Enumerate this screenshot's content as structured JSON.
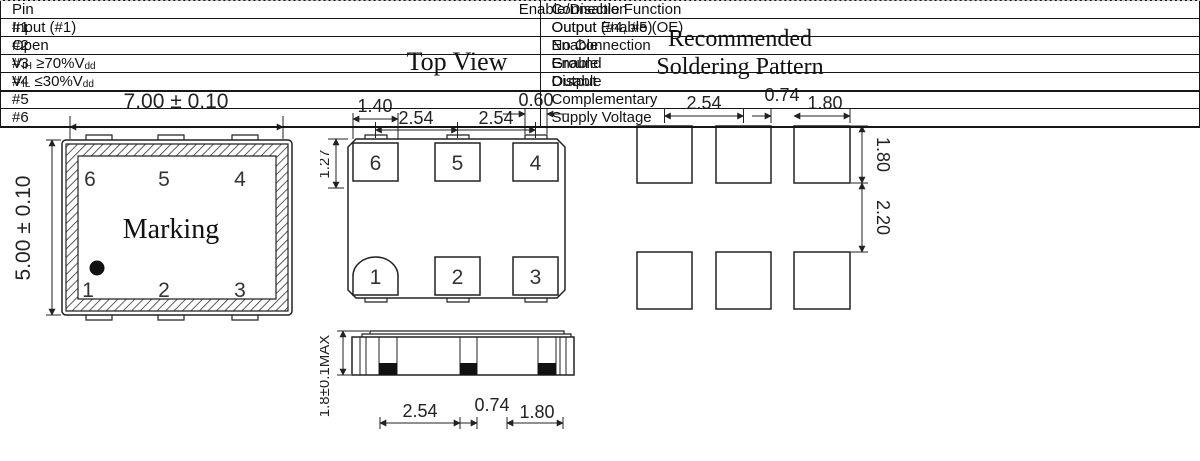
{
  "package_view": {
    "width_dim": "7.00 ± 0.10",
    "height_dim": "5.00 ± 0.10",
    "marking": "Marking",
    "pin_top_left": "6",
    "pin_top_mid": "5",
    "pin_top_right": "4",
    "pin_bot_left": "1",
    "pin_bot_mid": "2",
    "pin_bot_right": "3"
  },
  "top_view": {
    "title": "Top View",
    "dim_pad_width": "1.40",
    "dim_pitch_left": "2.54",
    "dim_pitch_right": "2.54",
    "dim_notch": "0.60",
    "dim_row_offset": "1.27",
    "pin_top_left": "6",
    "pin_top_mid": "5",
    "pin_top_right": "4",
    "pin_bot_left": "1",
    "pin_bot_mid": "2",
    "pin_bot_right": "3"
  },
  "side_view": {
    "dim_height": "1.8±0.1MAX",
    "dim_pitch": "2.54",
    "dim_gap": "0.74",
    "dim_pad": "1.80"
  },
  "soldering_pattern": {
    "title_line1": "Recommended",
    "title_line2": "Soldering Pattern",
    "dim_pitch": "2.54",
    "dim_gap": "0.74",
    "dim_pad_width": "1.80",
    "dim_pad_height": "1.80",
    "dim_row_gap": "2.20"
  },
  "pin_table": {
    "header": {
      "pin": "Pin",
      "connection": "Connection"
    },
    "rows": [
      {
        "pin": "#1",
        "connection": "Output Enable (OE)"
      },
      {
        "pin": "#2",
        "connection": "No Connection"
      },
      {
        "pin": "#3",
        "connection": "Ground"
      },
      {
        "pin": "#4",
        "connection": "Output"
      },
      {
        "pin": "#5",
        "connection": "Complementary"
      },
      {
        "pin": "#6",
        "connection": "Supply Voltage"
      }
    ]
  },
  "enable_table": {
    "title": "Enable/Disable Function",
    "header": {
      "input": "Input (#1)",
      "output": "Output (#4, #5)"
    },
    "row_open": {
      "input": "Open",
      "output": "Enable"
    },
    "row_vih": {
      "v": "V",
      "sub": "IH",
      "cond": " ≥70%V",
      "sub2": "dd",
      "output": "Enable"
    },
    "row_vil": {
      "v": "V",
      "sub": "IL",
      "cond": " ≤30%V",
      "sub2": "dd",
      "output": "Disable"
    }
  }
}
